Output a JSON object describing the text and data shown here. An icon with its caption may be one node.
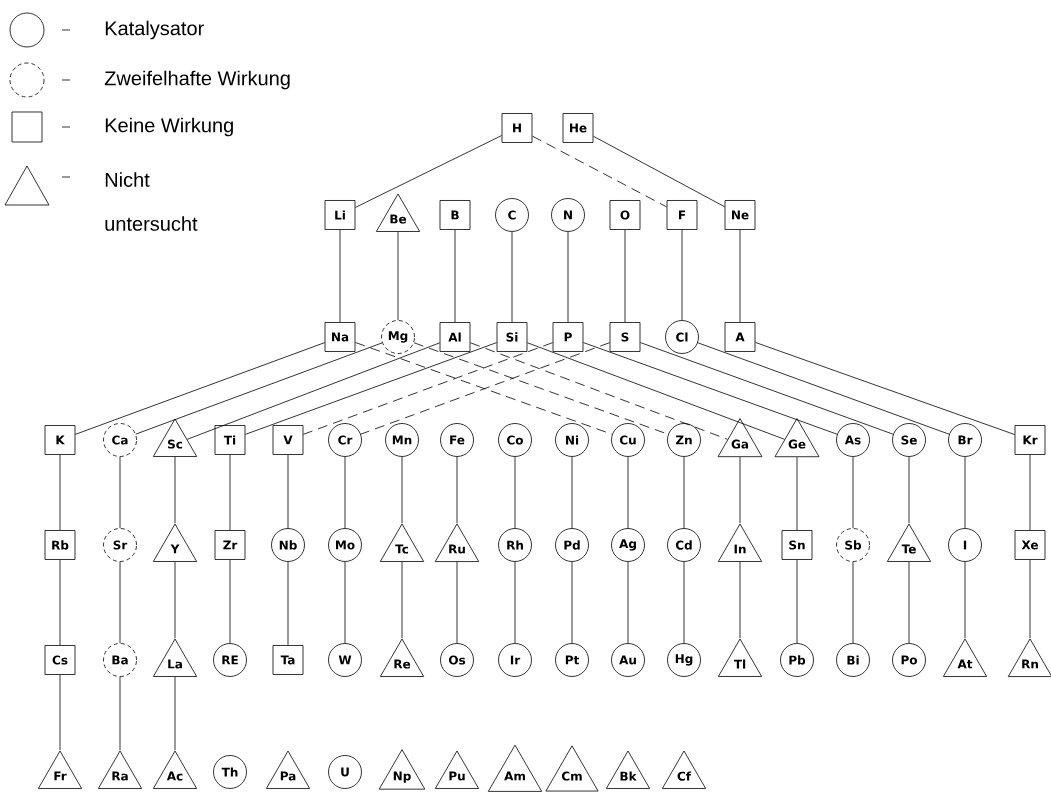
{
  "diagram": {
    "nodes": [
      {
        "text": [
          "H"
        ]
      },
      {
        "text": [
          "He"
        ]
      },
      {
        "text": [
          "Li"
        ]
      },
      {
        "text": [
          "Be"
        ]
      },
      {
        "text": [
          "B"
        ]
      },
      {
        "text": [
          "C"
        ]
      },
      {
        "text": [
          "N"
        ]
      },
      {
        "text": [
          "O"
        ]
      },
      {
        "text": [
          "F"
        ]
      },
      {
        "text": [
          "Ne"
        ]
      },
      {
        "text": [
          "Na"
        ]
      },
      {
        "text": [
          "Mg"
        ]
      },
      {
        "text": [
          "Al"
        ]
      },
      {
        "text": [
          "Si"
        ]
      },
      {
        "text": [
          "P"
        ]
      },
      {
        "text": [
          "S"
        ]
      },
      {
        "text": [
          "Cl"
        ]
      },
      {
        "text": [
          "A"
        ]
      },
      {
        "text": [
          "K"
        ]
      },
      {
        "text": [
          "Ca"
        ]
      },
      {
        "text": [
          "Sc"
        ]
      },
      {
        "text": [
          "Ti"
        ]
      },
      {
        "text": [
          "V"
        ]
      },
      {
        "text": [
          "Cr"
        ]
      },
      {
        "text": [
          "Mn"
        ]
      },
      {
        "text": [
          "Fe"
        ]
      },
      {
        "text": [
          "Co"
        ]
      },
      {
        "text": [
          "Ni"
        ]
      },
      {
        "text": [
          "Cu"
        ]
      },
      {
        "text": [
          "Zn"
        ]
      },
      {
        "text": [
          "Ga"
        ]
      },
      {
        "text": [
          "Ge"
        ]
      },
      {
        "text": [
          "As"
        ]
      },
      {
        "text": [
          "Se"
        ]
      },
      {
        "text": [
          "Br"
        ]
      },
      {
        "text": [
          "Kr"
        ]
      },
      {
        "text": [
          "Rb"
        ]
      },
      {
        "text": [
          "Sr"
        ]
      },
      {
        "text": [
          "Y"
        ]
      },
      {
        "text": [
          "Zr"
        ]
      },
      {
        "text": [
          "Nb"
        ]
      },
      {
        "text": [
          "Mo"
        ]
      },
      {
        "text": [
          "Tc"
        ]
      },
      {
        "text": [
          "Ru"
        ]
      },
      {
        "text": [
          "Rh"
        ]
      },
      {
        "text": [
          "Pd"
        ]
      },
      {
        "text": [
          "Ag"
        ]
      },
      {
        "text": [
          "Cd"
        ]
      },
      {
        "text": [
          "In"
        ]
      },
      {
        "text": [
          "Sn"
        ]
      },
      {
        "text": [
          "Sb"
        ]
      },
      {
        "text": [
          "Te"
        ]
      },
      {
        "text": [
          "I"
        ]
      },
      {
        "text": [
          "Xe"
        ]
      },
      {
        "text": [
          "Cs"
        ]
      },
      {
        "text": [
          "Ba"
        ]
      },
      {
        "text": [
          "La"
        ]
      },
      {
        "text": [
          "RE"
        ]
      },
      {
        "text": [
          "Ta"
        ]
      },
      {
        "text": [
          "W"
        ]
      },
      {
        "text": [
          "Re"
        ]
      },
      {
        "text": [
          "Os"
        ]
      },
      {
        "text": [
          "Ir"
        ]
      },
      {
        "text": [
          "Pt"
        ]
      },
      {
        "text": [
          "Au"
        ]
      },
      {
        "text": [
          "Hg"
        ]
      },
      {
        "text": [
          "Tl"
        ]
      },
      {
        "text": [
          "Pb"
        ]
      },
      {
        "text": [
          "Bi"
        ]
      },
      {
        "text": [
          "Po"
        ]
      },
      {
        "text": [
          "At"
        ]
      },
      {
        "text": [
          "Rn"
        ]
      },
      {
        "text": [
          "Fr"
        ]
      },
      {
        "text": [
          "Ra"
        ]
      },
      {
        "text": [
          "Ac"
        ]
      },
      {
        "text": [
          "Th"
        ]
      },
      {
        "text": [
          "Pa"
        ]
      },
      {
        "text": [
          "U"
        ]
      },
      {
        "text": [
          "Np"
        ]
      },
      {
        "text": [
          "Pu"
        ]
      },
      {
        "text": [
          "Am"
        ]
      },
      {
        "text": [
          "Cm"
        ]
      },
      {
        "text": [
          "Bk"
        ]
      },
      {
        "text": [
          "Cf"
        ]
      }
    ],
    "edges": [
      {
        "from": 0,
        "to": 2,
        "arrow": "none"
      },
      {
        "from": 0,
        "to": 8,
        "arrow": "none",
        "style": "dashed"
      },
      {
        "from": 1,
        "to": 9,
        "arrow": "none"
      },
      {
        "from": 2,
        "to": 10,
        "arrow": "none"
      },
      {
        "from": 3,
        "to": 11,
        "arrow": "none"
      },
      {
        "from": 4,
        "to": 12,
        "arrow": "none"
      },
      {
        "from": 5,
        "to": 13,
        "arrow": "none"
      },
      {
        "from": 6,
        "to": 14,
        "arrow": "none"
      },
      {
        "from": 7,
        "to": 15,
        "arrow": "none"
      },
      {
        "from": 8,
        "to": 16,
        "arrow": "none"
      },
      {
        "from": 9,
        "to": 17,
        "arrow": "none"
      },
      {
        "from": 10,
        "to": 18,
        "arrow": "none"
      },
      {
        "from": 10,
        "to": 28,
        "arrow": "none",
        "style": "dashed"
      },
      {
        "from": 11,
        "to": 19,
        "arrow": "none"
      },
      {
        "from": 11,
        "to": 29,
        "arrow": "none",
        "style": "dashed"
      },
      {
        "from": 12,
        "to": 20,
        "arrow": "none"
      },
      {
        "from": 12,
        "to": 30,
        "arrow": "none",
        "style": "dashed"
      },
      {
        "from": 13,
        "to": 21,
        "arrow": "none"
      },
      {
        "from": 13,
        "to": 31,
        "arrow": "none"
      },
      {
        "from": 14,
        "to": 22,
        "arrow": "none",
        "style": "dashed"
      },
      {
        "from": 14,
        "to": 32,
        "arrow": "none"
      },
      {
        "from": 15,
        "to": 23,
        "arrow": "none",
        "style": "dashed"
      },
      {
        "from": 15,
        "to": 33,
        "arrow": "none"
      },
      {
        "from": 16,
        "to": 34,
        "arrow": "none"
      },
      {
        "from": 17,
        "to": 35,
        "arrow": "none"
      },
      {
        "from": 18,
        "to": 36,
        "arrow": "none"
      },
      {
        "from": 19,
        "to": 37,
        "arrow": "none"
      },
      {
        "from": 20,
        "to": 38,
        "arrow": "none"
      },
      {
        "from": 21,
        "to": 39,
        "arrow": "none"
      },
      {
        "from": 22,
        "to": 40,
        "arrow": "none"
      },
      {
        "from": 23,
        "to": 41,
        "arrow": "none"
      },
      {
        "from": 24,
        "to": 42,
        "arrow": "none"
      },
      {
        "from": 25,
        "to": 43,
        "arrow": "none"
      },
      {
        "from": 26,
        "to": 44,
        "arrow": "none"
      },
      {
        "from": 27,
        "to": 45,
        "arrow": "none"
      },
      {
        "from": 28,
        "to": 46,
        "arrow": "none"
      },
      {
        "from": 29,
        "to": 47,
        "arrow": "none"
      },
      {
        "from": 30,
        "to": 48,
        "arrow": "none"
      },
      {
        "from": 31,
        "to": 49,
        "arrow": "none"
      },
      {
        "from": 32,
        "to": 50,
        "arrow": "none"
      },
      {
        "from": 33,
        "to": 51,
        "arrow": "none"
      },
      {
        "from": 34,
        "to": 52,
        "arrow": "none"
      },
      {
        "from": 35,
        "to": 53,
        "arrow": "none"
      },
      {
        "from": 36,
        "to": 54,
        "arrow": "none"
      },
      {
        "from": 37,
        "to": 55,
        "arrow": "none"
      },
      {
        "from": 38,
        "to": 56,
        "arrow": "none"
      },
      {
        "from": 39,
        "to": 57,
        "arrow": "none"
      },
      {
        "from": 40,
        "to": 58,
        "arrow": "none"
      },
      {
        "from": 41,
        "to": 59,
        "arrow": "none"
      },
      {
        "from": 42,
        "to": 60,
        "arrow": "none"
      },
      {
        "from": 43,
        "to": 61,
        "arrow": "none"
      },
      {
        "from": 44,
        "to": 62,
        "arrow": "none"
      },
      {
        "from": 45,
        "to": 63,
        "arrow": "none"
      },
      {
        "from": 46,
        "to": 64,
        "arrow": "none"
      },
      {
        "from": 47,
        "to": 65,
        "arrow": "none"
      },
      {
        "from": 48,
        "to": 66,
        "arrow": "none"
      },
      {
        "from": 49,
        "to": 67,
        "arrow": "none"
      },
      {
        "from": 50,
        "to": 68,
        "arrow": "none"
      },
      {
        "from": 51,
        "to": 69,
        "arrow": "none"
      },
      {
        "from": 52,
        "to": 70,
        "arrow": "none"
      },
      {
        "from": 53,
        "to": 71,
        "arrow": "none"
      },
      {
        "from": 54,
        "to": 72,
        "arrow": "none"
      },
      {
        "from": 55,
        "to": 73,
        "arrow": "none"
      },
      {
        "from": 56,
        "to": 74,
        "arrow": "none"
      }
    ],
    "legend": [
      {
        "text": "Katalysator"
      },
      {
        "text": "Zweifelhafte Wirkung"
      },
      {
        "text": "Keine Wirkung"
      },
      {
        "text": "Nicht untersucht"
      }
    ]
  }
}
